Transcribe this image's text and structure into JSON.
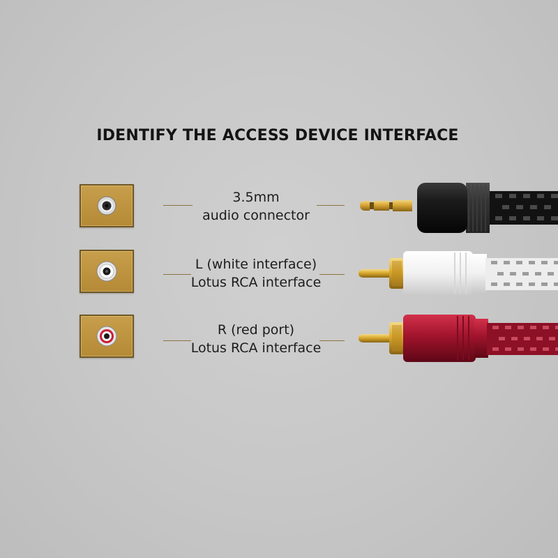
{
  "title": "IDENTIFY THE ACCESS DEVICE INTERFACE",
  "rows": [
    {
      "line1": "3.5mm",
      "line2": "audio connector",
      "port_icon": "jack-3.5mm-port-icon",
      "connector_icon": "3.5mm-plug-icon"
    },
    {
      "line1": "L (white interface)",
      "line2": "Lotus RCA interface",
      "port_icon": "rca-white-port-icon",
      "connector_icon": "rca-white-plug-icon"
    },
    {
      "line1": "R (red port)",
      "line2": "Lotus RCA interface",
      "port_icon": "rca-red-port-icon",
      "connector_icon": "rca-red-plug-icon"
    }
  ],
  "colors": {
    "background": "#c8c8c8",
    "plate_gold": "#c79e4b",
    "plug_black": "#151515",
    "plug_white": "#f3f3f3",
    "plug_red": "#a0142c",
    "gold_tip": "#d9a92c"
  }
}
